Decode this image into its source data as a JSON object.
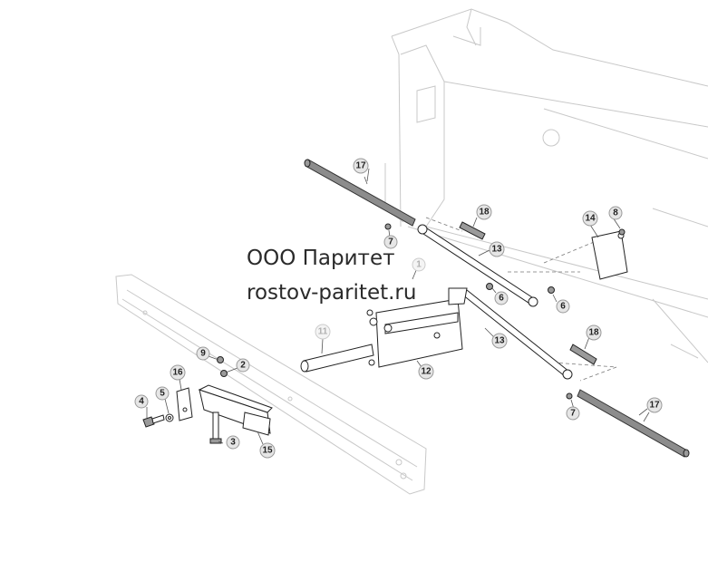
{
  "watermark": {
    "line1": "ООО Паритет",
    "line2": "rostov-paritet.ru"
  },
  "callouts": [
    {
      "id": "c1",
      "label": "1",
      "faint": true
    },
    {
      "id": "c2",
      "label": "2"
    },
    {
      "id": "c3",
      "label": "3"
    },
    {
      "id": "c4",
      "label": "4"
    },
    {
      "id": "c5",
      "label": "5"
    },
    {
      "id": "c6a",
      "label": "6"
    },
    {
      "id": "c6b",
      "label": "6"
    },
    {
      "id": "c7a",
      "label": "7"
    },
    {
      "id": "c7b",
      "label": "7"
    },
    {
      "id": "c8",
      "label": "8"
    },
    {
      "id": "c9",
      "label": "9"
    },
    {
      "id": "c11",
      "label": "11",
      "faint": true
    },
    {
      "id": "c12",
      "label": "12"
    },
    {
      "id": "c13a",
      "label": "13"
    },
    {
      "id": "c13b",
      "label": "13"
    },
    {
      "id": "c14",
      "label": "14"
    },
    {
      "id": "c15",
      "label": "15"
    },
    {
      "id": "c16",
      "label": "16"
    },
    {
      "id": "c17a",
      "label": "17"
    },
    {
      "id": "c17b",
      "label": "17"
    },
    {
      "id": "c18a",
      "label": "18"
    },
    {
      "id": "c18b",
      "label": "18"
    }
  ]
}
